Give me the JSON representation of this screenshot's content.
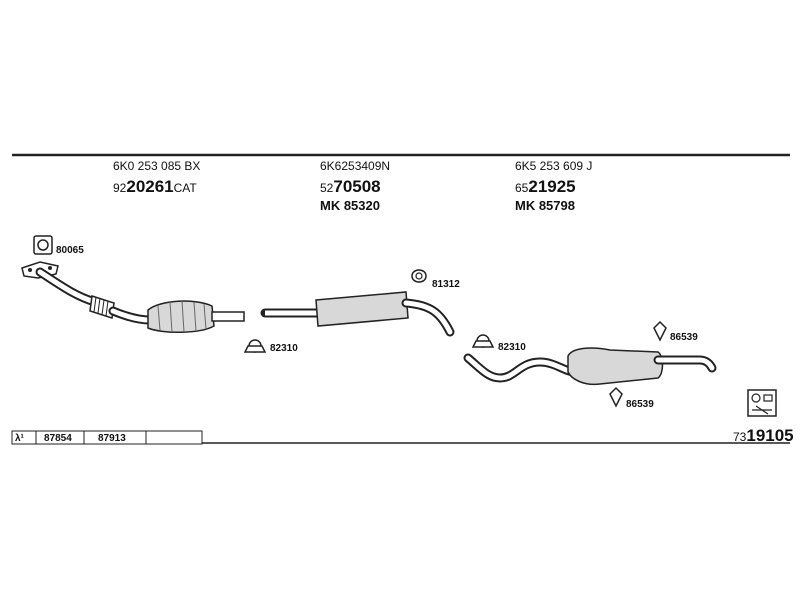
{
  "parts": [
    {
      "part_no": "6K0 253 085 BX",
      "code_prefix": "92",
      "code_main": "20261",
      "code_suffix": "CAT"
    },
    {
      "part_no": "6K6253409N",
      "code_prefix": "52",
      "code_main": "70508",
      "code_suffix": "",
      "mk": "MK 85320"
    },
    {
      "part_no": "6K5 253 609 J",
      "code_prefix": "65",
      "code_main": "21925",
      "code_suffix": "",
      "mk": "MK 85798"
    }
  ],
  "accessories": {
    "gasket_top": "80065",
    "clamp_left": "82310",
    "bracket_mid": "81312",
    "clamp_mid": "82310",
    "hanger_top_right": "86539",
    "hanger_bottom_right": "86539"
  },
  "legend_table": {
    "lambda_symbol": "λ¹",
    "cells": [
      "87854",
      "87913",
      ""
    ]
  },
  "assembly": {
    "prefix": "73",
    "number": "19105"
  }
}
